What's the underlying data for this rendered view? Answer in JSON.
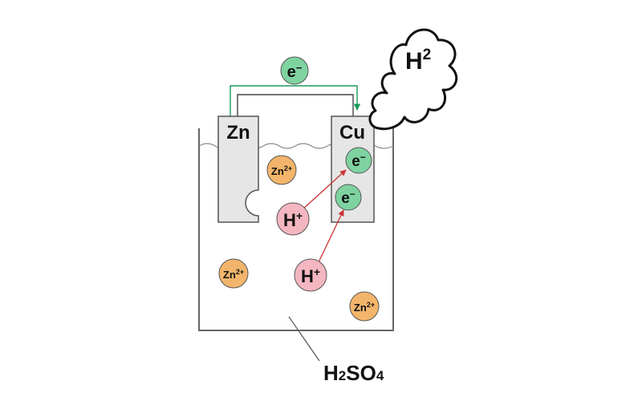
{
  "labels": {
    "zn": "Zn",
    "cu": "Cu",
    "h2_base": "H",
    "h2_sub": "2",
    "electron_base": "e",
    "electron_sup": "−",
    "zinc_ion_base": "Zn",
    "zinc_ion_sup": "2+",
    "h_ion_base": "H",
    "h_ion_sup": "+",
    "acid_h": "H",
    "acid_2": "2",
    "acid_so": "SO",
    "acid_4": "4"
  },
  "colors": {
    "electron": "#7fd3a0",
    "zinc_ion": "#f2b56b",
    "h_ion": "#f4b6c0",
    "wire": "#1a9a5a",
    "reaction_arrow": "#cc3333",
    "electrode": "#e6e6e6",
    "outline": "#666666"
  }
}
